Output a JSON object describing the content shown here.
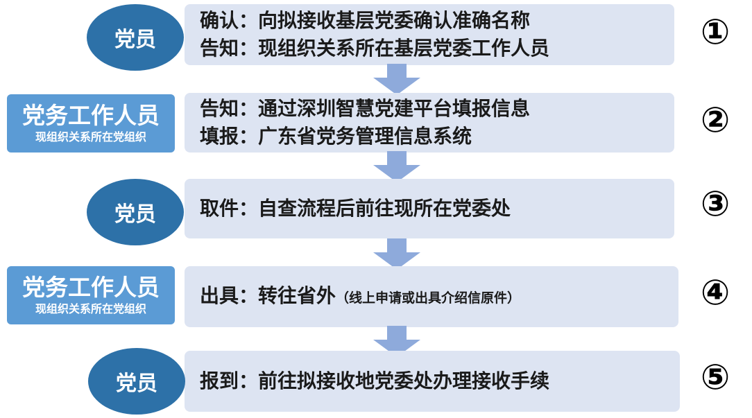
{
  "steps": [
    {
      "role": {
        "main": "党员"
      },
      "lines": [
        {
          "text": "确认：向拟接收基层党委确认准确名称"
        },
        {
          "text": "告知：现组织关系所在基层党委工作人员"
        }
      ],
      "number": "①"
    },
    {
      "role": {
        "main": "党务工作人员",
        "sub": "现组织关系所在党组织"
      },
      "lines": [
        {
          "text": "告知：通过深圳智慧党建平台填报信息"
        },
        {
          "text": "填报：广东省党务管理信息系统"
        }
      ],
      "number": "②"
    },
    {
      "role": {
        "main": "党员"
      },
      "lines": [
        {
          "text": "取件：自查流程后前往现所在党委处"
        }
      ],
      "number": "③"
    },
    {
      "role": {
        "main": "党务工作人员",
        "sub": "现组织关系所在党组织"
      },
      "lines": [
        {
          "text": "出具：转往省外",
          "small": "（线上申请或出具介绍信原件）"
        }
      ],
      "number": "④"
    },
    {
      "role": {
        "main": "党员"
      },
      "lines": [
        {
          "text": "报到：前往拟接收地党委处办理接收手续"
        }
      ],
      "number": "⑤"
    }
  ],
  "colors": {
    "box_fill": "#dde4f2",
    "oval_fill": "#2d71a8",
    "rect_fill": "#5b9bd5",
    "arrow_fill": "#8eaadb"
  }
}
